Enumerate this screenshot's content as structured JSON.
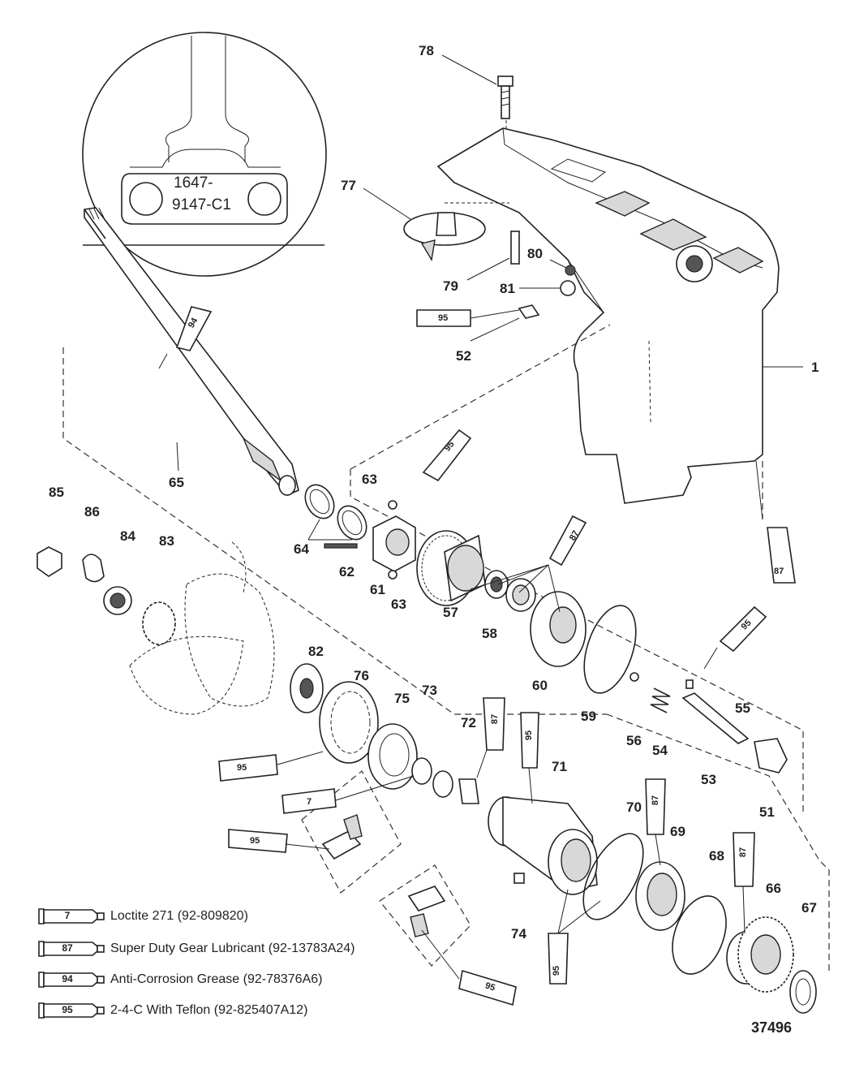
{
  "detail_callout": {
    "line1": "1647-",
    "line2": "9147-C1"
  },
  "drawing_number": "37496",
  "part_numbers": {
    "p1": "1",
    "p51": "51",
    "p52": "52",
    "p53": "53",
    "p54": "54",
    "p55": "55",
    "p56": "56",
    "p57": "57",
    "p58": "58",
    "p59": "59",
    "p60": "60",
    "p61": "61",
    "p62": "62",
    "p63a": "63",
    "p63b": "63",
    "p64": "64",
    "p65": "65",
    "p66": "66",
    "p67": "67",
    "p68": "68",
    "p69": "69",
    "p70": "70",
    "p71": "71",
    "p72": "72",
    "p73": "73",
    "p74": "74",
    "p75": "75",
    "p76": "76",
    "p77": "77",
    "p78": "78",
    "p79": "79",
    "p80": "80",
    "p81": "81",
    "p82": "82",
    "p83": "83",
    "p84": "84",
    "p85": "85",
    "p86": "86"
  },
  "tube_labels": {
    "t94_top": "94",
    "t95_52": "95",
    "t95_63": "95",
    "t87_gear": "87",
    "t87_housing": "87",
    "t95_55": "95",
    "t95_76": "95",
    "t7_73": "7",
    "t95_left": "95",
    "t87_72": "87",
    "t95_71": "95",
    "t87_69": "87",
    "t87_66": "87",
    "t95_70": "95",
    "t95_bottom": "95"
  },
  "legend": [
    {
      "code": "7",
      "text": "Loctite 271 (92-809820)"
    },
    {
      "code": "87",
      "text": "Super Duty Gear Lubricant (92-13783A24)"
    },
    {
      "code": "94",
      "text": "Anti-Corrosion Grease (92-78376A6)"
    },
    {
      "code": "95",
      "text": "2-4-C  With Teflon (92-825407A12)"
    }
  ]
}
